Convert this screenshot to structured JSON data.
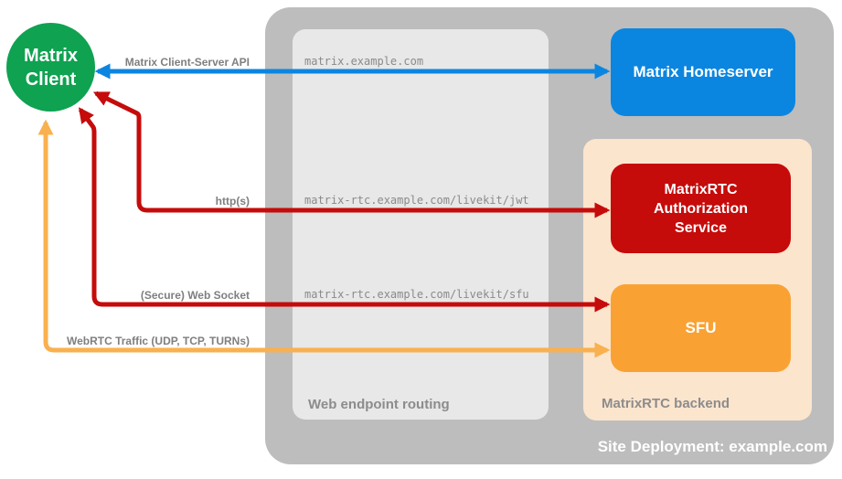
{
  "client": {
    "label": "Matrix Client"
  },
  "site": {
    "label": "Site Deployment: example.com"
  },
  "routing": {
    "label": "Web endpoint routing"
  },
  "backend": {
    "label": "MatrixRTC backend"
  },
  "nodes": {
    "homeserver": {
      "label": "Matrix Homeserver"
    },
    "auth": {
      "label": "MatrixRTC Authorization Service"
    },
    "sfu": {
      "label": "SFU"
    }
  },
  "connections": [
    {
      "label": "Matrix Client-Server API",
      "endpoint": "matrix.example.com",
      "color": "#0B86E0"
    },
    {
      "label": "http(s)",
      "endpoint": "matrix-rtc.example.com/livekit/jwt",
      "color": "#C60B0B"
    },
    {
      "label": "(Secure) Web Socket",
      "endpoint": "matrix-rtc.example.com/livekit/sfu",
      "color": "#C60B0B"
    },
    {
      "label": "WebRTC Traffic (UDP, TCP, TURNs)",
      "endpoint": "",
      "color": "#F9B04E"
    }
  ],
  "colors": {
    "green": "#0FA251",
    "blue": "#0B86E0",
    "red": "#C60B0B",
    "orange": "#F9A233",
    "orangeArrow": "#F9B04E",
    "outerGray": "#BDBDBD",
    "innerGray": "#E8E8E8",
    "peach": "#FCE5CD",
    "labelGray": "#7F7F7F",
    "urlGray": "#8A8A8A",
    "boxLabelGray": "#8C8C8C"
  }
}
